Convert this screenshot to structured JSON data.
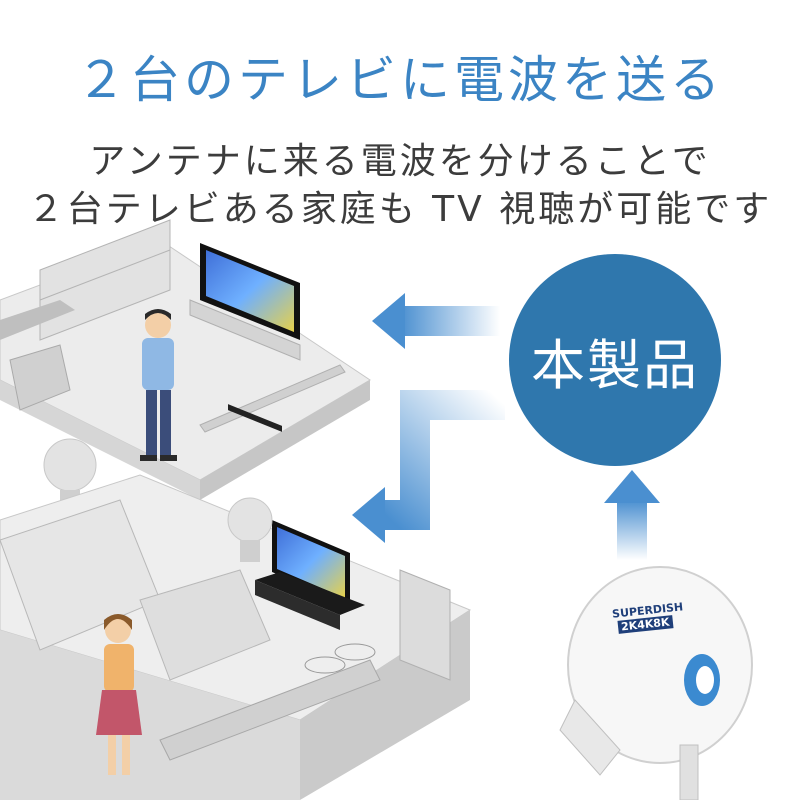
{
  "headline": "２台のテレビに電波を送る",
  "subtitle": {
    "line1": "アンテナに来る電波を分けることで",
    "line2": "２台テレビある家庭も TV 視聴が可能です"
  },
  "product_label": "本製品",
  "dish": {
    "brand": "SUPERDISH",
    "model": "2K4K8K"
  },
  "colors": {
    "headline": "#3b84c4",
    "circle": "#2f77ad",
    "arrow": "#4a8fd0"
  }
}
